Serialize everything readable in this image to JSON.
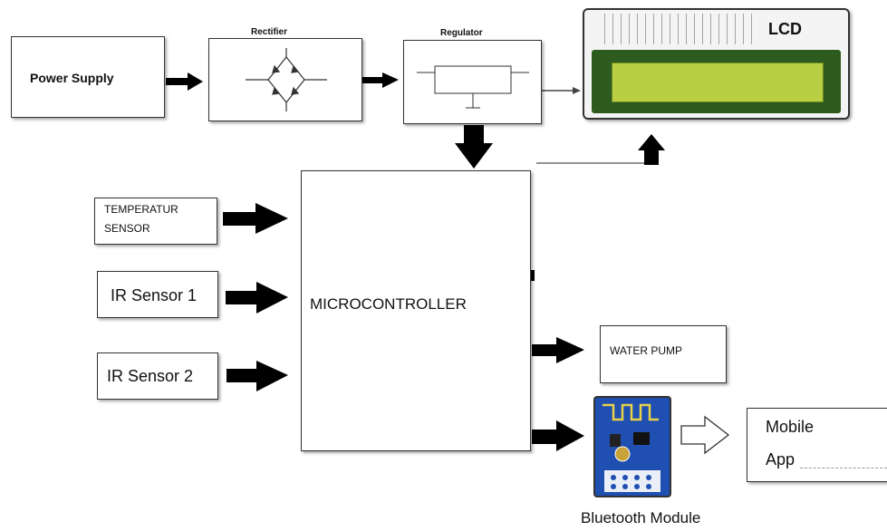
{
  "blocks": {
    "power_supply": "Power Supply",
    "rectifier": "Rectifier",
    "regulator": "Regulator",
    "lcd": "LCD",
    "microcontroller": "MICROCONTROLLER",
    "temperature_sensor_line1": "TEMPERATUR",
    "temperature_sensor_line2": "SENSOR",
    "ir_sensor_1": "IR Sensor 1",
    "ir_sensor_2": "IR Sensor 2",
    "water_pump": "WATER PUMP",
    "mobile_app_line1": "Mobile",
    "mobile_app_line2": "App",
    "bluetooth_module": "Bluetooth Module"
  },
  "colors": {
    "lcd_screen": "#b9cf43",
    "lcd_bezel": "#2d5a1e",
    "module_board": "#1f4fb0",
    "arrow": "#000000"
  }
}
